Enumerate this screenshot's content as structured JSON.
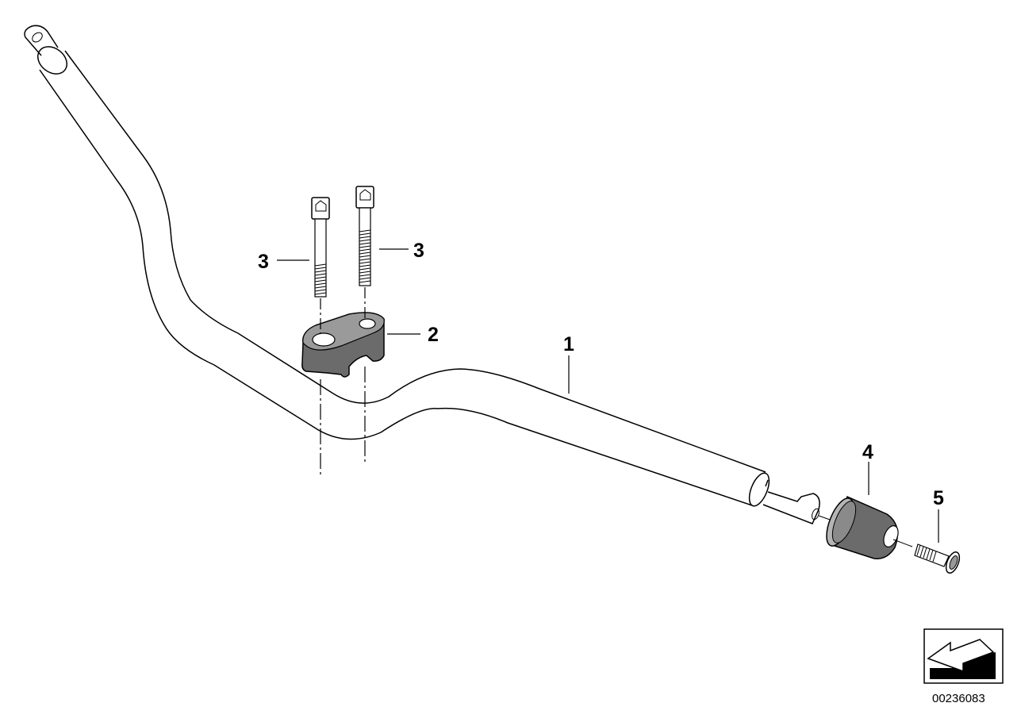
{
  "callouts": {
    "handlebar": "1",
    "clamp": "2",
    "screw_left": "3",
    "screw_right": "3",
    "bar_end_weight": "4",
    "countersunk_screw": "5"
  },
  "document_number": "00236083",
  "icons": {
    "direction_arrow": "arrow-down-left-icon"
  }
}
